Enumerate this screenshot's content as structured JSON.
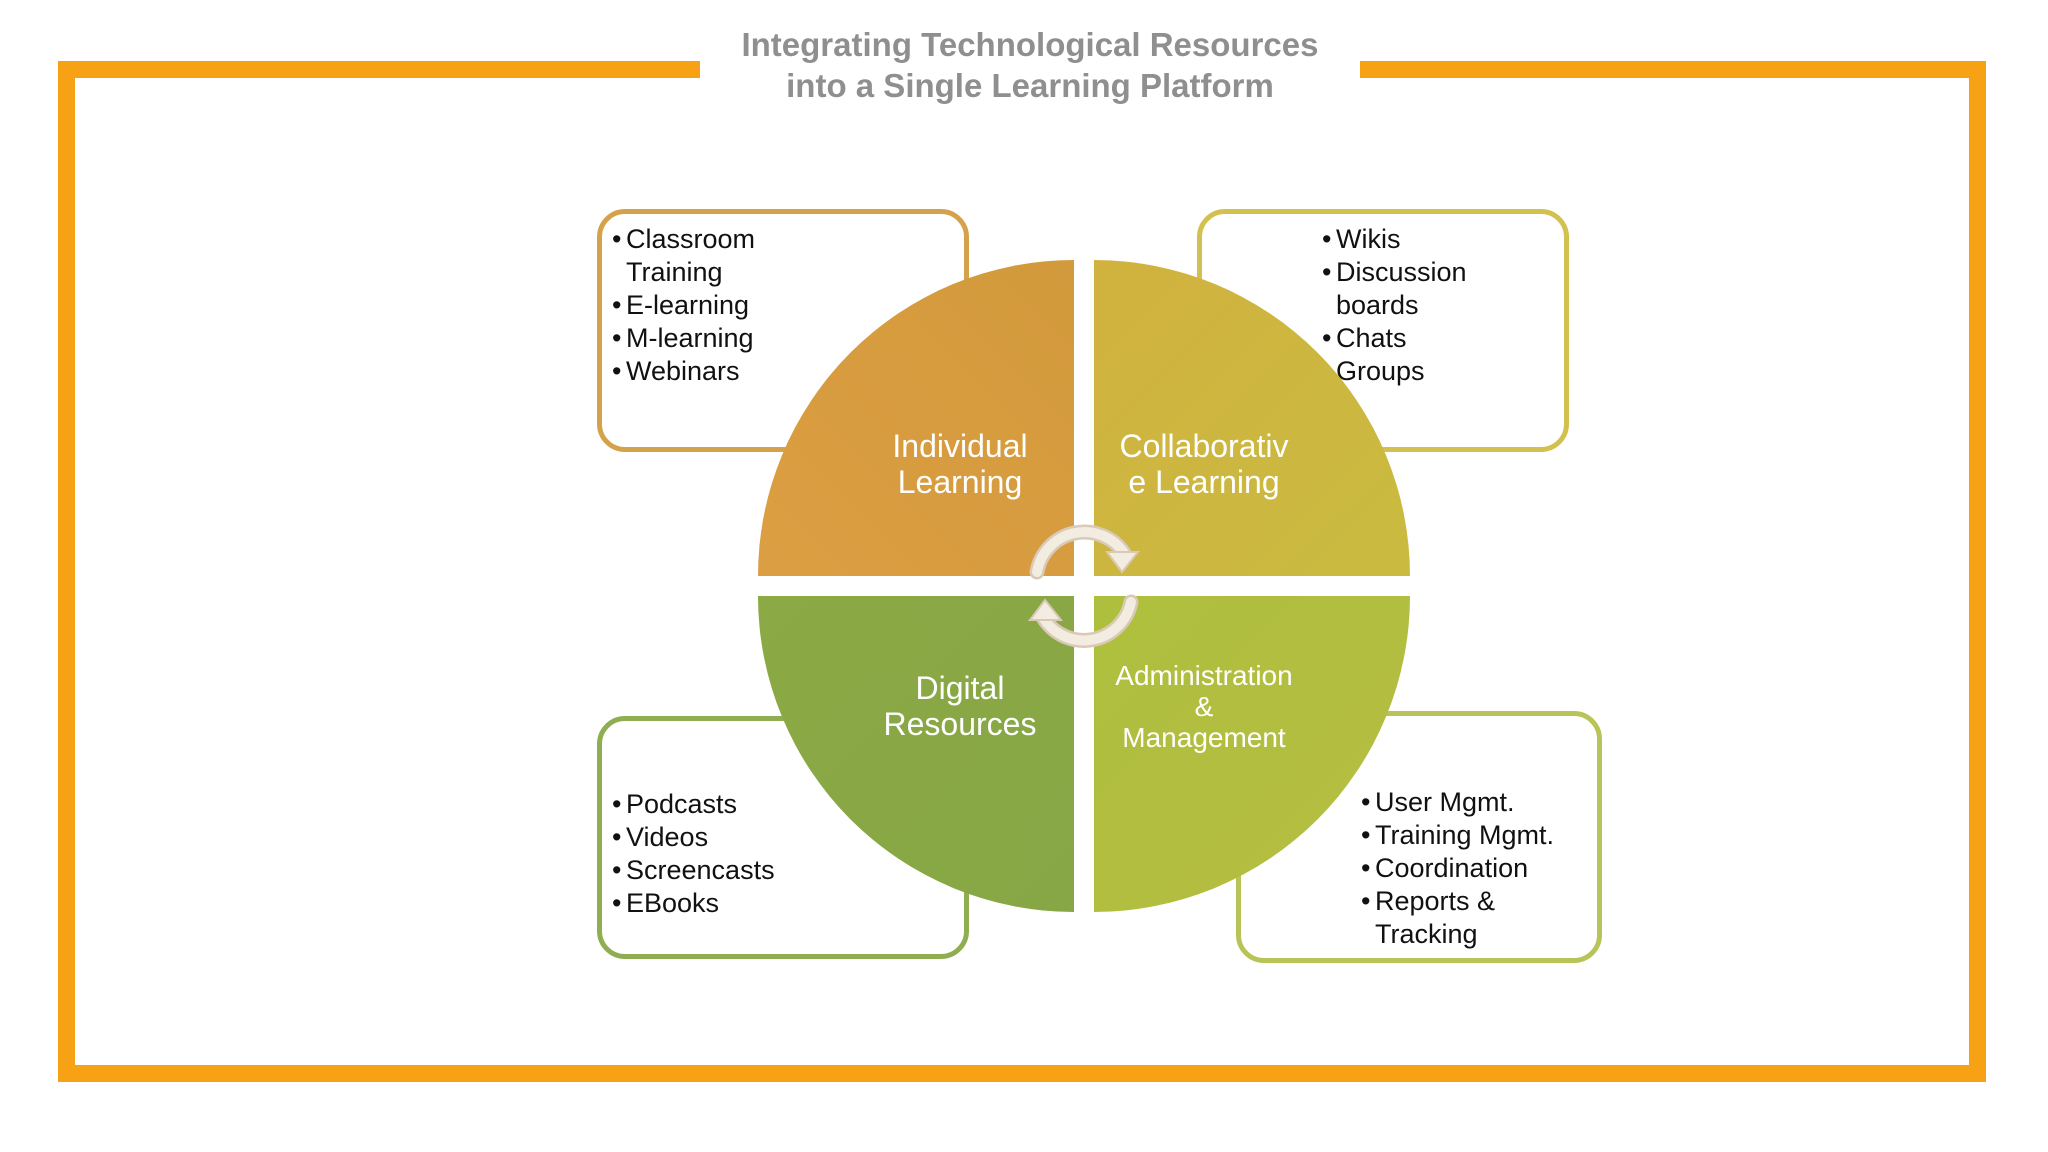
{
  "title": {
    "line1": "Integrating Technological Resources",
    "line2": "into a Single Learning Platform"
  },
  "quadrants": [
    {
      "id": "individual",
      "label_line1": "Individual",
      "label_line2": "Learning",
      "color": "#d89a3a",
      "box_border": "#d5a24c",
      "items": [
        {
          "line1": "Classroom",
          "line2": "Training"
        },
        {
          "line1": "E-learning"
        },
        {
          "line1": "M-learning"
        },
        {
          "line1": "Webinars"
        }
      ]
    },
    {
      "id": "collaborative",
      "label_line1": "Collaborativ",
      "label_line2": "e Learning",
      "color": "#cdb63e",
      "box_border": "#d2c04f",
      "items": [
        {
          "line1": "Wikis"
        },
        {
          "line1": "Discussion",
          "line2": "boards"
        },
        {
          "line1": "Chats"
        },
        {
          "line1": "Groups"
        }
      ]
    },
    {
      "id": "digital",
      "label_line1": "Digital",
      "label_line2": "Resources",
      "color": "#8aaa45",
      "box_border": "#8fae52",
      "items": [
        {
          "line1": "Podcasts"
        },
        {
          "line1": "Videos"
        },
        {
          "line1": "Screencasts"
        },
        {
          "line1": "EBooks"
        }
      ]
    },
    {
      "id": "admin",
      "label_line1": "Administration",
      "label_line2": "&",
      "label_line3": "Management",
      "color": "#b2be3e",
      "box_border": "#b9c458",
      "items": [
        {
          "line1": "User Mgmt."
        },
        {
          "line1": "Training Mgmt."
        },
        {
          "line1": "Coordination"
        },
        {
          "line1": "Reports &",
          "line2": "Tracking"
        }
      ]
    }
  ],
  "colors": {
    "frame": "#f7a114",
    "title_text": "#8f8f8f",
    "arrow_fill": "#f3ece0",
    "arrow_stroke": "#d9c9b5"
  },
  "icons": [
    "cycle-arrows-icon"
  ]
}
